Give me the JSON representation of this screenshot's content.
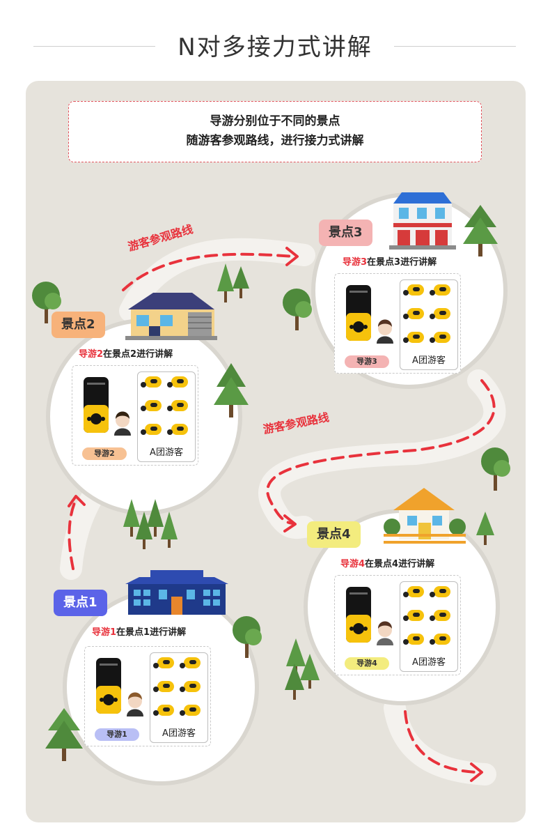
{
  "title": "N对多接力式讲解",
  "intro": {
    "line1": "导游分别位于不同的景点",
    "line2": "随游客参观路线，进行接力式讲解"
  },
  "route_labels": [
    "游客参观路线",
    "游客参观路线"
  ],
  "spots": [
    {
      "tag": "景点1",
      "caption_red": "导游1",
      "caption_rest": "在景点1进行讲解",
      "guide_badge": "导游1",
      "group_label": "A团游客",
      "tag_color": "#5b63e8",
      "badge_color": "#b9bff5"
    },
    {
      "tag": "景点2",
      "caption_red": "导游2",
      "caption_rest": "在景点2进行讲解",
      "guide_badge": "导游2",
      "group_label": "A团游客",
      "tag_color": "#f7b27a",
      "badge_color": "#f7c193"
    },
    {
      "tag": "景点3",
      "caption_red": "导游3",
      "caption_rest": "在景点3进行讲解",
      "guide_badge": "导游3",
      "group_label": "A团游客",
      "tag_color": "#f4b3b3",
      "badge_color": "#f4b3b3"
    },
    {
      "tag": "景点4",
      "caption_red": "导游4",
      "caption_rest": "在景点4进行讲解",
      "guide_badge": "导游4",
      "group_label": "A团游客",
      "tag_color": "#f3ec7e",
      "badge_color": "#f3ec7e"
    }
  ],
  "colors": {
    "route_red": "#e8323c",
    "panel_bg": "#e6e3dc",
    "device_yellow": "#f6c20c"
  },
  "icons": [
    "tour-guide-device-icon",
    "guide-person-icon",
    "receiver-headset-icon",
    "tree-icon",
    "building-icon"
  ]
}
